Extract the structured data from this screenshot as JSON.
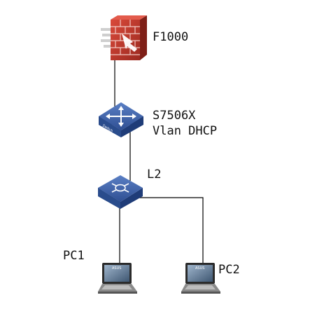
{
  "nodes": {
    "firewall": {
      "label": "F1000",
      "icon": "firewall-icon"
    },
    "core_switch": {
      "label_line1": "S7506X",
      "label_line2": "Vlan DHCP",
      "icon": "layer3-switch-icon",
      "badge": "Switch"
    },
    "access_switch": {
      "label": "L2",
      "icon": "layer2-switch-icon"
    },
    "pc1": {
      "label": "PC1",
      "icon": "laptop-icon",
      "brand": "ASUS"
    },
    "pc2": {
      "label": "PC2",
      "icon": "laptop-icon",
      "brand": "ASUS"
    }
  },
  "colors": {
    "firewall_brick": "#c0392b",
    "switch_top": "#3f64a8",
    "switch_side": "#1f3c78",
    "link": "#000000"
  }
}
